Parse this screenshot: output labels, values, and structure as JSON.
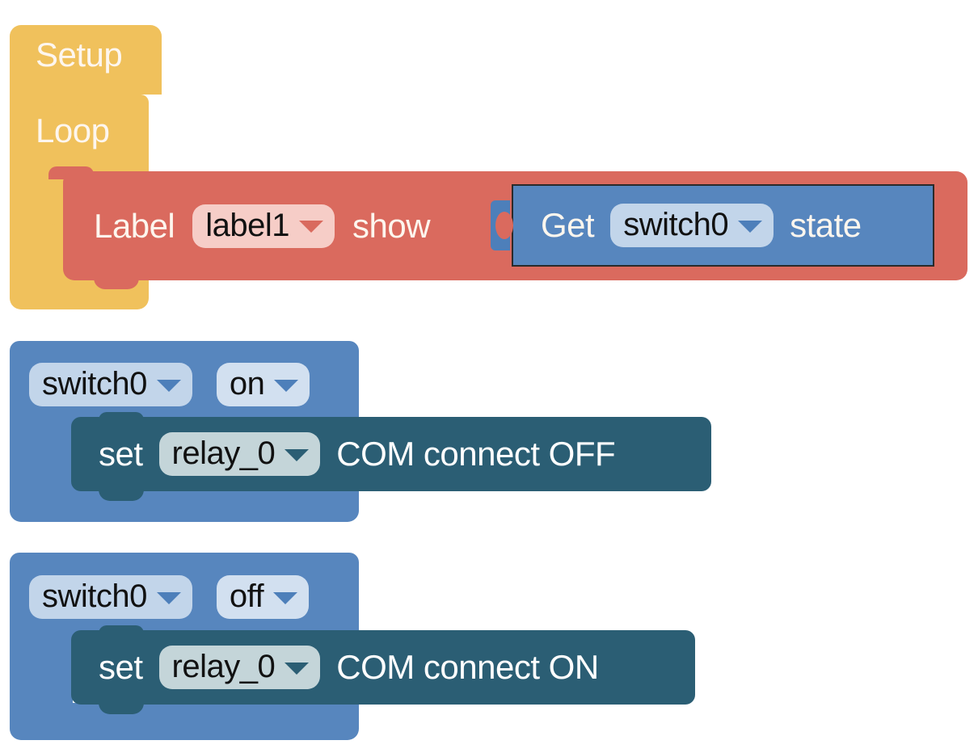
{
  "editor": {
    "name": "block-programming-canvas",
    "background": "#ffffff"
  },
  "colors": {
    "event_yellow": "#f0c15c",
    "ui_red": "#da6a5e",
    "control_blue": "#5786be",
    "relay_teal": "#2b5e74",
    "field_red": "#f6cdc7",
    "field_blue": "#c2d5ea",
    "field_teal": "#c4d5d9",
    "text_light": "#fdf6ee",
    "text_dark": "#111111"
  },
  "stacks": [
    {
      "id": "setup-loop-stack",
      "hat": {
        "label": "Setup"
      },
      "loop": {
        "label": "Loop"
      },
      "body": {
        "type": "label-show",
        "prefix": "Label",
        "field": {
          "value": "label1",
          "icon": "chevron-down-icon"
        },
        "suffix": "show",
        "value_block": {
          "type": "get-switch-state",
          "prefix": "Get",
          "field": {
            "value": "switch0",
            "icon": "chevron-down-icon"
          },
          "suffix": "state"
        }
      }
    },
    {
      "id": "switch0-on-stack",
      "event": {
        "device_field": {
          "value": "switch0",
          "icon": "chevron-down-icon"
        },
        "state_field": {
          "value": "on",
          "icon": "chevron-down-icon"
        }
      },
      "body": {
        "type": "set-relay",
        "prefix": "set",
        "field": {
          "value": "relay_0",
          "icon": "chevron-down-icon"
        },
        "suffix": "COM connect OFF"
      }
    },
    {
      "id": "switch0-off-stack",
      "event": {
        "device_field": {
          "value": "switch0",
          "icon": "chevron-down-icon"
        },
        "state_field": {
          "value": "off",
          "icon": "chevron-down-icon"
        }
      },
      "body": {
        "type": "set-relay",
        "prefix": "set",
        "field": {
          "value": "relay_0",
          "icon": "chevron-down-icon"
        },
        "suffix": "COM connect ON"
      }
    }
  ]
}
